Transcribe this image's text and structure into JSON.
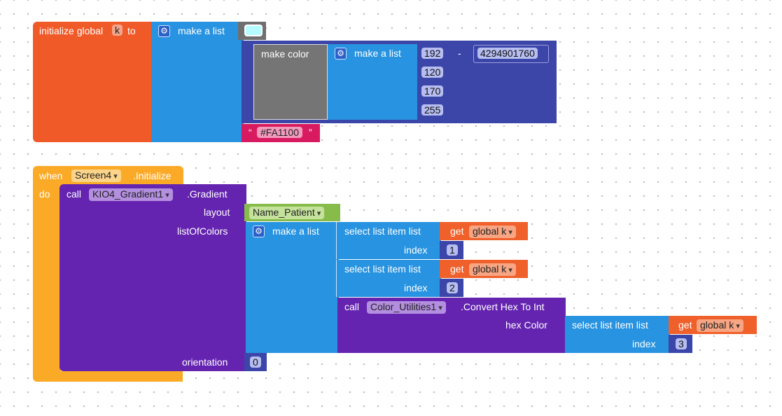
{
  "init_block": {
    "keyword": "initialize global",
    "var_name": "k",
    "to": "to",
    "make_list_label": "make a list",
    "swatch_color": "#b5fbff",
    "make_color_label": "make color",
    "inner_make_list_label": "make a list",
    "rgb": [
      "192",
      "120",
      "170",
      "255"
    ],
    "minus": "-",
    "big_number": "4294901760",
    "hex_text": "#FA1100"
  },
  "event_block": {
    "when": "when",
    "component": "Screen4",
    "event": ".Initialize",
    "do": "do",
    "call": "call",
    "gradient_component": "KIO4_Gradient1",
    "gradient_method": ".Gradient",
    "layout_label": "layout",
    "layout_value": "Name_Patient",
    "colors_label": "listOfColors",
    "make_list_label": "make a list",
    "select_label": "select list item  list",
    "index_label": "index",
    "get_label": "get",
    "global_k": "global k",
    "index_1": "1",
    "index_2": "2",
    "index_3": "3",
    "util_component": "Color_Utilities1",
    "util_method": ".Convert Hex To Int",
    "hex_color_label": "hex Color",
    "orientation_label": "orientation",
    "orientation_value": "0"
  },
  "colors": {
    "orange_init": "#f05a28",
    "blue_list": "#2893e0",
    "indigo_color": "#3c45a8",
    "gray_color": "#757575",
    "pink_text": "#d81b60",
    "event_orange": "#fbaa27",
    "purple_call": "#6424b0",
    "green_layout": "#88bc4a",
    "get_orange": "#f0602a"
  }
}
